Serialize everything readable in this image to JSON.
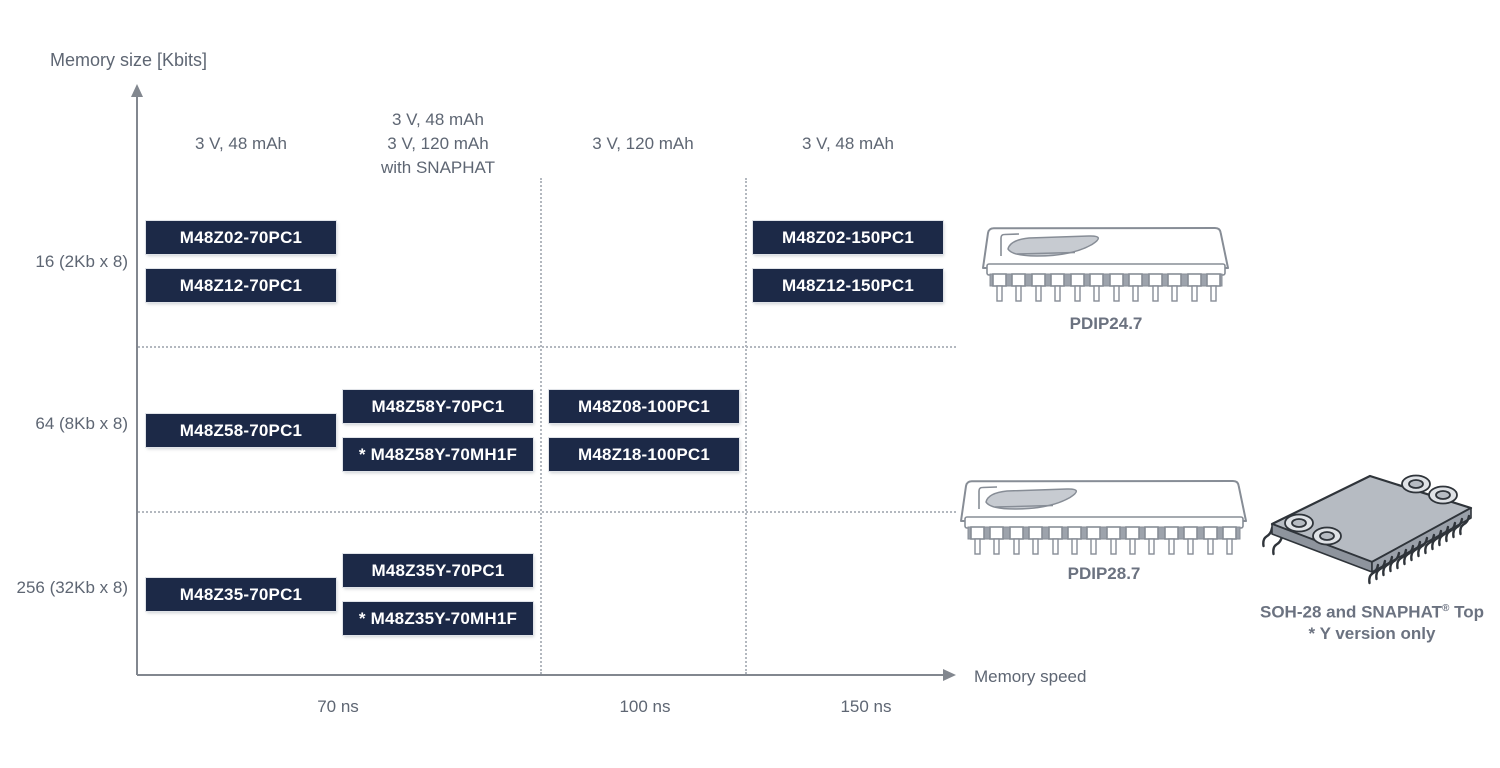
{
  "y_axis": {
    "title": "Memory size [Kbits]",
    "rows": [
      "16 (2Kb x 8)",
      "64 (8Kb x 8)",
      "256 (32Kb x 8)"
    ]
  },
  "x_axis": {
    "title": "Memory speed",
    "ticks": [
      "70 ns",
      "100 ns",
      "150 ns"
    ]
  },
  "columns": [
    {
      "lines": [
        "3 V, 48 mAh"
      ]
    },
    {
      "lines": [
        "3 V, 48 mAh",
        "3 V, 120 mAh",
        "with SNAPHAT"
      ]
    },
    {
      "lines": [
        "3 V, 120 mAh"
      ]
    },
    {
      "lines": [
        "3 V, 48 mAh"
      ]
    }
  ],
  "parts": [
    {
      "label": "M48Z02-70PC1",
      "row": "16 (2Kb x 8)",
      "speed": "70 ns"
    },
    {
      "label": "M48Z12-70PC1",
      "row": "16 (2Kb x 8)",
      "speed": "70 ns"
    },
    {
      "label": "M48Z02-150PC1",
      "row": "16 (2Kb x 8)",
      "speed": "150 ns"
    },
    {
      "label": "M48Z12-150PC1",
      "row": "16 (2Kb x 8)",
      "speed": "150 ns"
    },
    {
      "label": "M48Z58-70PC1",
      "row": "64 (8Kb x 8)",
      "speed": "70 ns"
    },
    {
      "label": "M48Z58Y-70PC1",
      "row": "64 (8Kb x 8)",
      "speed": "70 ns"
    },
    {
      "label": "* M48Z58Y-70MH1F",
      "row": "64 (8Kb x 8)",
      "speed": "70 ns"
    },
    {
      "label": "M48Z08-100PC1",
      "row": "64 (8Kb x 8)",
      "speed": "100 ns"
    },
    {
      "label": "M48Z18-100PC1",
      "row": "64 (8Kb x 8)",
      "speed": "100 ns"
    },
    {
      "label": "M48Z35-70PC1",
      "row": "256 (32Kb x 8)",
      "speed": "70 ns"
    },
    {
      "label": "M48Z35Y-70PC1",
      "row": "256 (32Kb x 8)",
      "speed": "70 ns"
    },
    {
      "label": "* M48Z35Y-70MH1F",
      "row": "256 (32Kb x 8)",
      "speed": "70 ns"
    }
  ],
  "packages": [
    {
      "name": "PDIP24.7"
    },
    {
      "name": "PDIP28.7"
    },
    {
      "name_pre": "SOH-28 and SNAPHAT",
      "reg": "®",
      "name_post": " Top",
      "note": "* Y version only"
    }
  ],
  "colors": {
    "part_box": "#1c2947",
    "part_text": "#ffffff",
    "label_text": "#5e6673",
    "axis": "#82878f",
    "dotted_grid": "#b3b8bf"
  }
}
